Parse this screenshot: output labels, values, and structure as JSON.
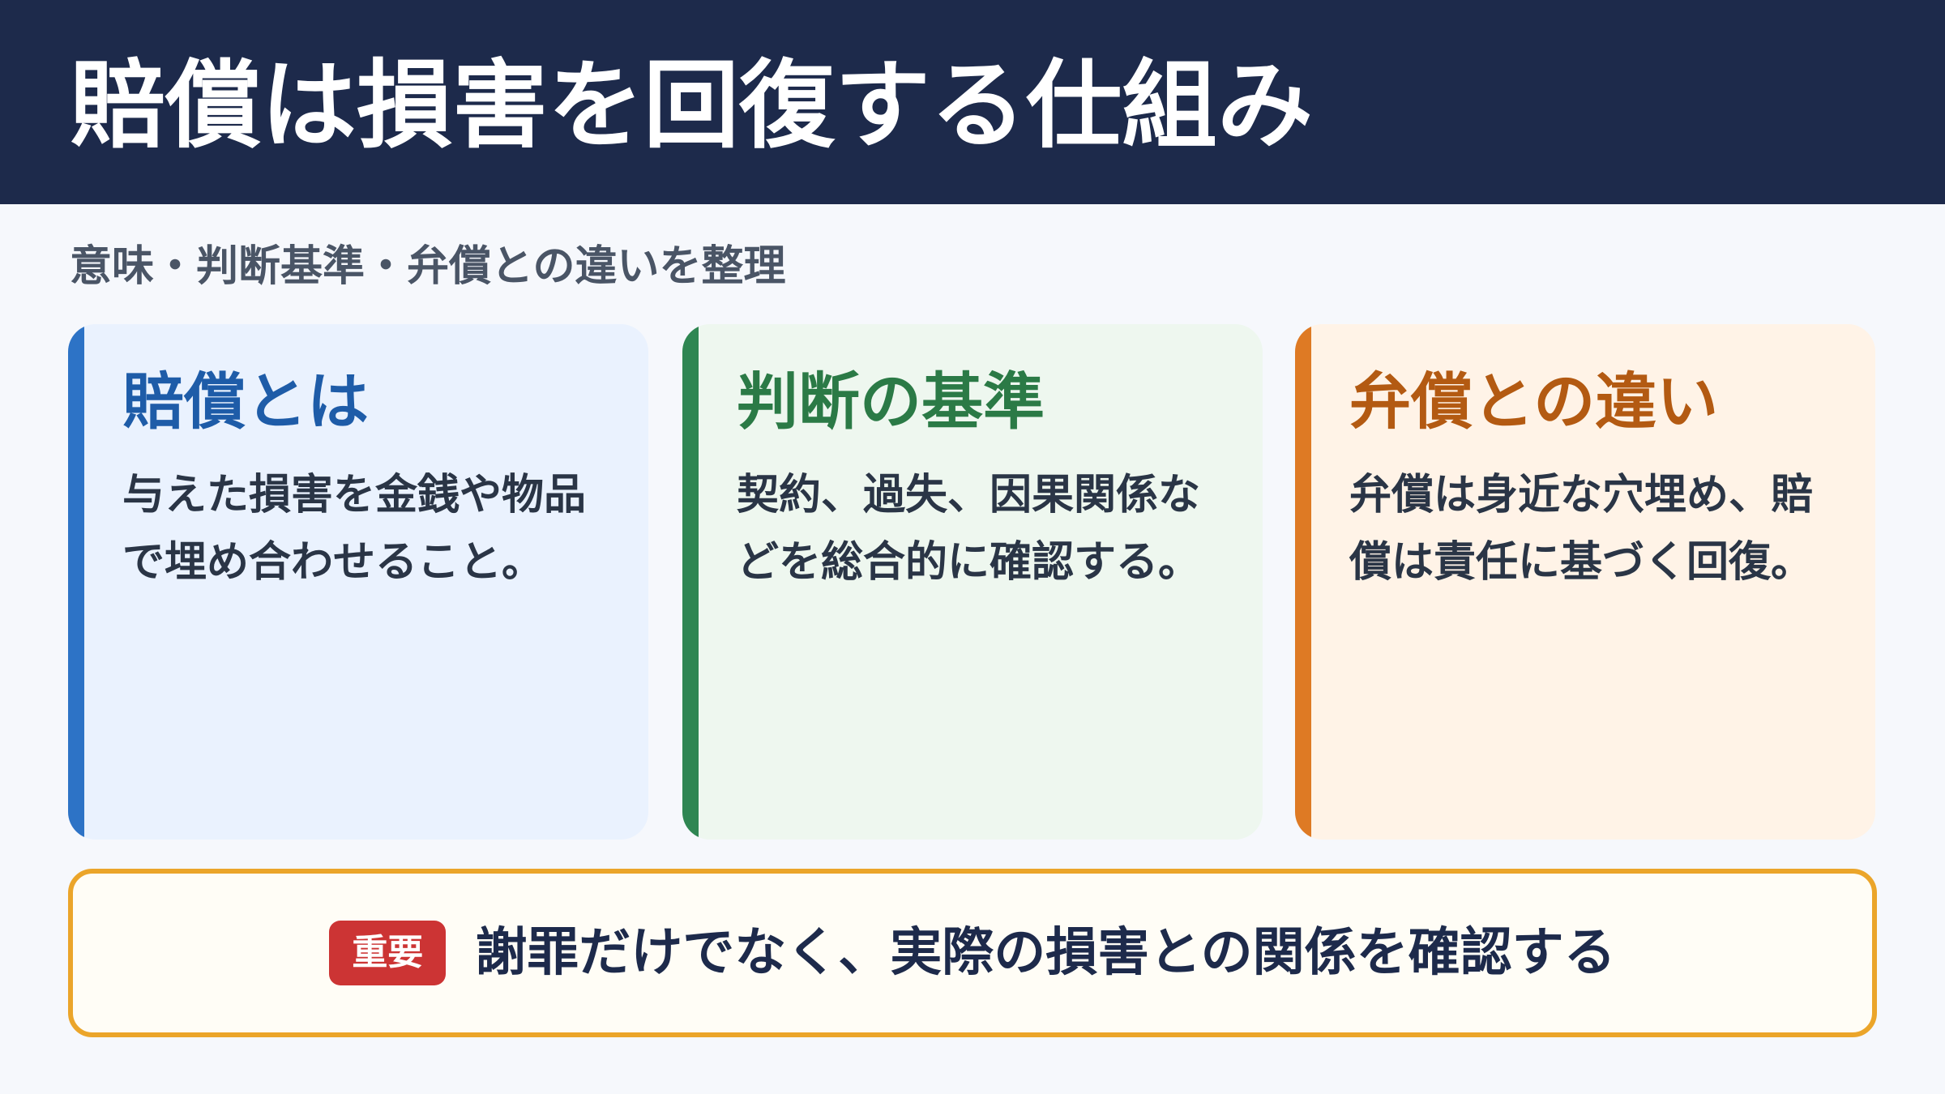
{
  "header": {
    "title": "賠償は損害を回復する仕組み"
  },
  "subtitle": "意味・判断基準・弁償との違いを整理",
  "cards": [
    {
      "title": "賠償とは",
      "lines": [
        "与えた損害を金銭や物品",
        "で埋め合わせること。"
      ],
      "accent": "#2d73c6"
    },
    {
      "title": "判断の基準",
      "lines": [
        "契約、過失、因果関係な",
        "どを総合的に確認する。"
      ],
      "accent": "#2f8652"
    },
    {
      "title": "弁償との違い",
      "lines": [
        "弁償は身近な穴埋め、賠",
        "償は責任に基づく回復。"
      ],
      "accent": "#de7a24"
    }
  ],
  "note": {
    "badge": "重要",
    "text": "謝罪だけでなく、実際の損害との関係を確認する"
  },
  "colors": {
    "header_bg": "#1d2a4b",
    "note_border": "#eba52a",
    "badge_bg": "#cc3434"
  }
}
